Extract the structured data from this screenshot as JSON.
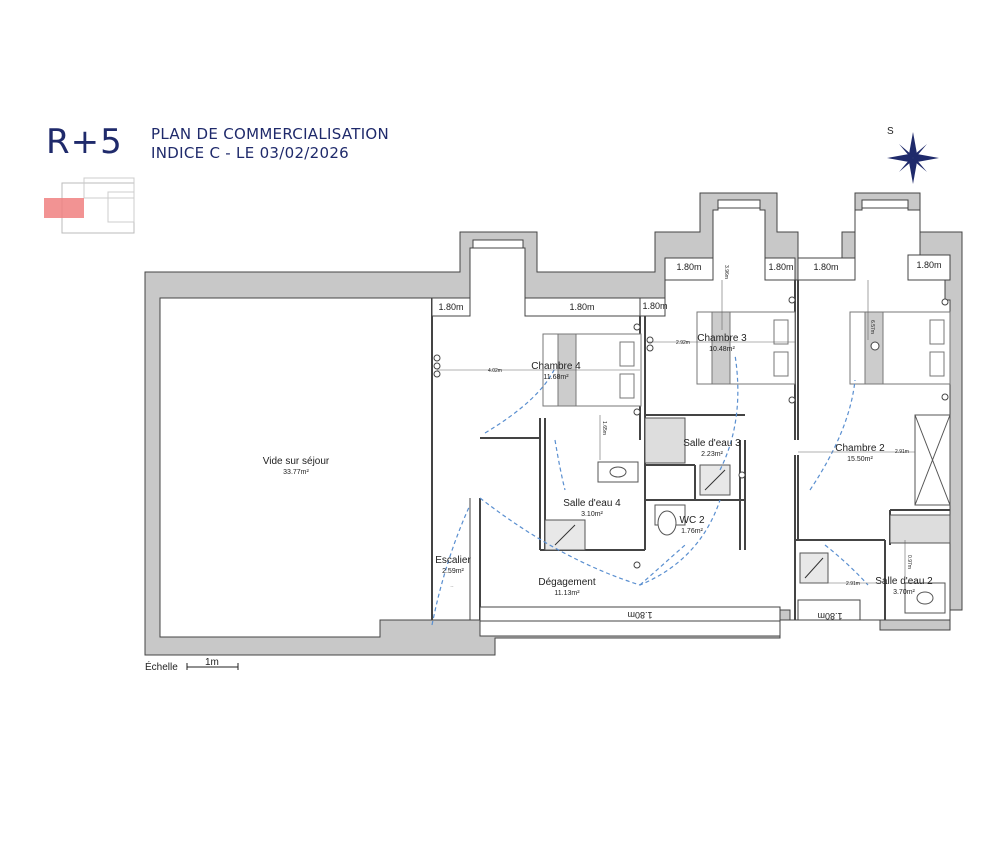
{
  "header": {
    "level": "R+5",
    "title": "PLAN DE COMMERCIALISATION",
    "subtitle": "INDICE C - LE 03/02/2026"
  },
  "compass": {
    "north_label": "S"
  },
  "rooms": [
    {
      "name": "Vide sur séjour",
      "area": "33.77m²"
    },
    {
      "name": "Chambre 4",
      "area": "11.68m²"
    },
    {
      "name": "Chambre 3",
      "area": "10.48m²"
    },
    {
      "name": "Chambre 2",
      "area": "15.50m²"
    },
    {
      "name": "Salle d'eau 3",
      "area": "2.23m²"
    },
    {
      "name": "Salle d'eau 4",
      "area": "3.10m²"
    },
    {
      "name": "WC 2",
      "area": "1.76m²"
    },
    {
      "name": "Escalier",
      "area": "2.59m²"
    },
    {
      "name": "Dégagement",
      "area": "11.13m²"
    },
    {
      "name": "Salle d'eau 2",
      "area": "3.70m²"
    }
  ],
  "heights": [
    "1.80m",
    "1.80m",
    "1.80m",
    "1.80m",
    "1.80m",
    "1.80m",
    "1.80m",
    "1.80m",
    "1.80m",
    "1.80m"
  ],
  "dimensions": [
    "4.02m",
    "2.92m",
    "2.91m",
    "2.91m",
    "3.96m",
    "6.57m",
    "0.97m",
    "1.65m"
  ],
  "scale": {
    "label": "Échelle",
    "unit": "1m"
  },
  "colors": {
    "navy": "#1f2a6b",
    "wall": "#c8c8c8",
    "highlight": "#f08080",
    "path": "#5a8fd0"
  }
}
